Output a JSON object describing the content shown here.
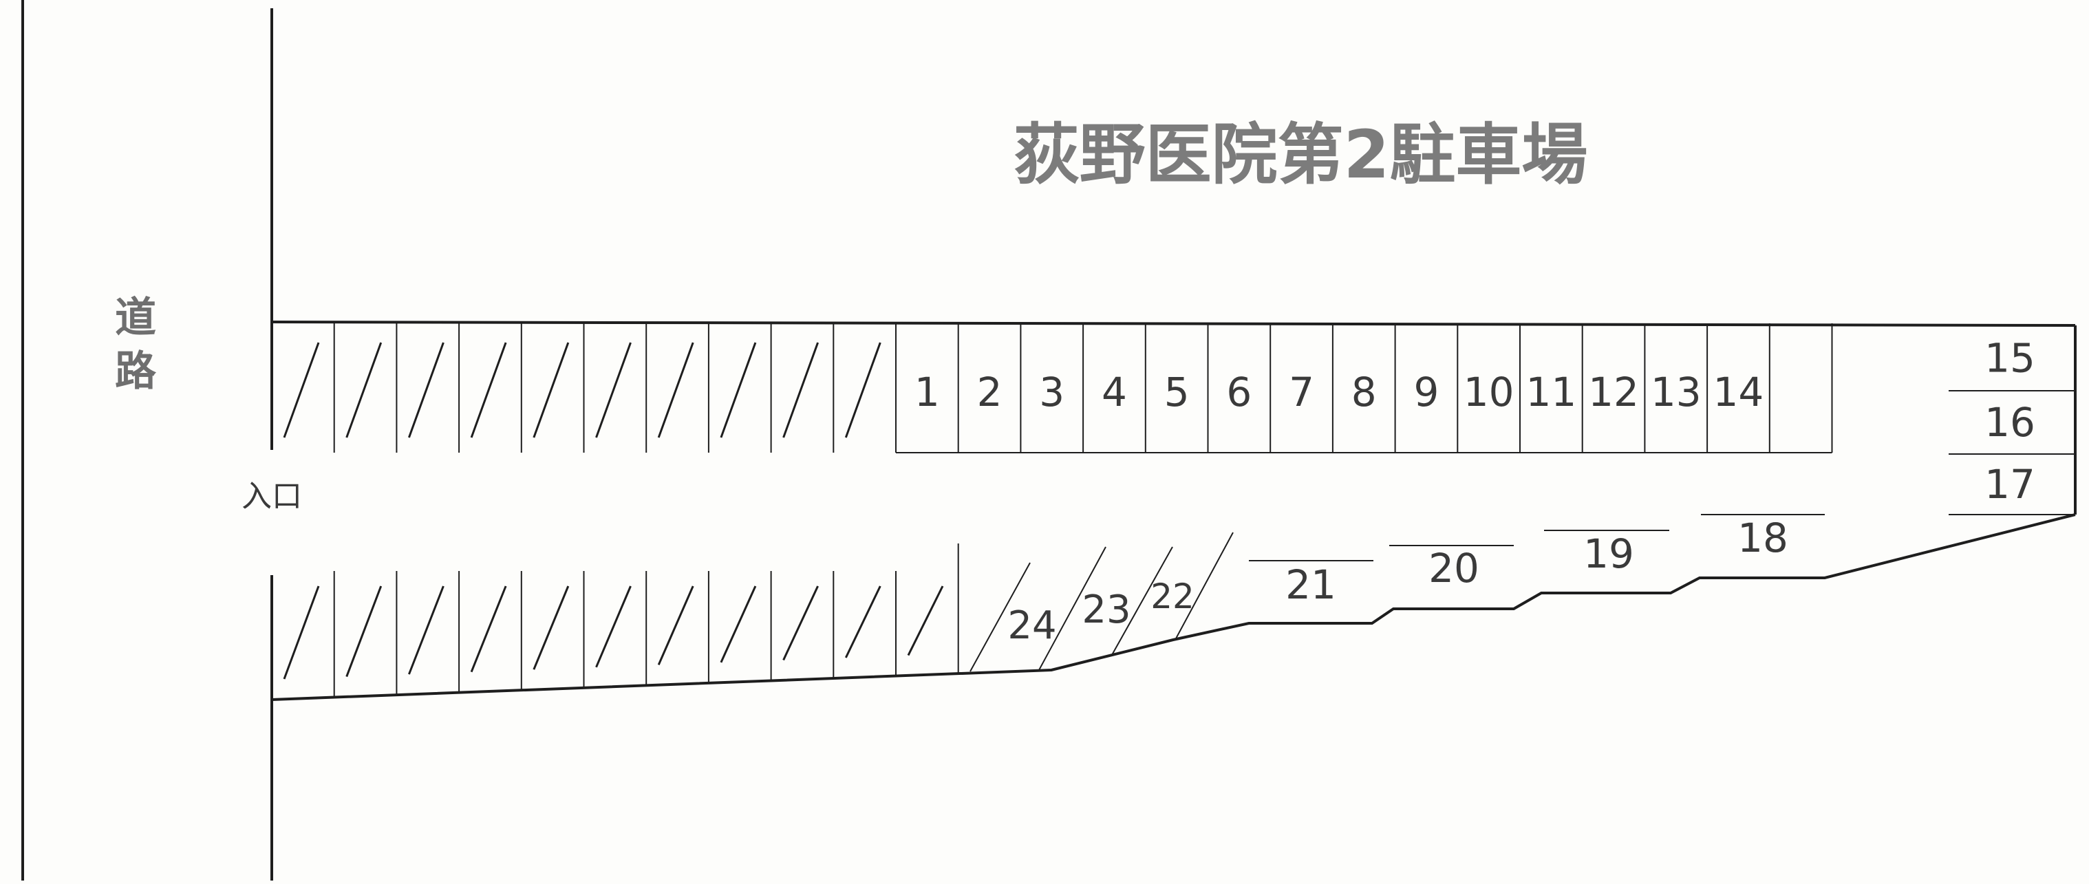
{
  "title": "荻野医院第2駐車場",
  "road_label": "道路",
  "entrance_label": "入口",
  "upper_row_spaces": [
    "1",
    "2",
    "3",
    "4",
    "5",
    "6",
    "7",
    "8",
    "9",
    "10",
    "11",
    "12",
    "13",
    "14"
  ],
  "right_column_spaces": [
    "15",
    "16",
    "17"
  ],
  "lower_row_spaces": [
    "18",
    "19",
    "20",
    "21",
    "22",
    "23",
    "24"
  ],
  "colors": {
    "line": "#1e1e1e",
    "title": "#7c7c7c",
    "text": "#3a3a3a",
    "background": "#fdfdfb"
  }
}
